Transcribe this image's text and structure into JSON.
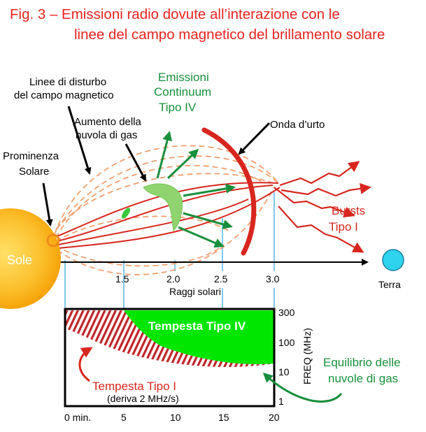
{
  "title": {
    "line1": "Fig. 3 – Emissioni radio dovute all’interazione con le",
    "line2": "linee del campo magnetico del brillamento solare"
  },
  "labels": {
    "disturb_line1": "Linee di disturbo",
    "disturb_line2": "del campo magnetico",
    "continuum_line1": "Emissioni",
    "continuum_line2": "Continuum",
    "continuum_line3": "Tipo IV",
    "gas_line1": "Aumento della",
    "gas_line2": "nuvola di gas",
    "shock": "Onda d’urto",
    "prominence_line1": "Prominenza",
    "prominence_line2": "Solare",
    "sun": "Sole",
    "bursts_line1": "Bursts",
    "bursts_line2": "Tipo I",
    "earth": "Terra",
    "solar_radii": "Raggi solari",
    "storm_iv": "Tempesta Tipo IV",
    "storm_i": "Tempesta Tipo I",
    "drift": "(deriva 2 MHz/s)",
    "equilibrium_line1": "Equilibrio delle",
    "equilibrium_line2": "nuvole di gas",
    "freq_axis": "FREQ (MHz)"
  },
  "radii_ticks": [
    "1.5",
    "2.0",
    "2.5",
    "3.0"
  ],
  "freq_ticks": [
    "300",
    "100",
    "10",
    "1"
  ],
  "time_ticks": [
    "0 min.",
    "5",
    "10",
    "15",
    "20"
  ],
  "colors": {
    "title": "#e8231f",
    "red": "#d7261e",
    "green": "#178f3c",
    "storm_fill": "#00e600",
    "sun_inner": "#ffe066",
    "sun_outer": "#f5a300",
    "earth": "#2fd3ee",
    "guide": "#7fc8e8",
    "dashed": "#f0a070"
  }
}
